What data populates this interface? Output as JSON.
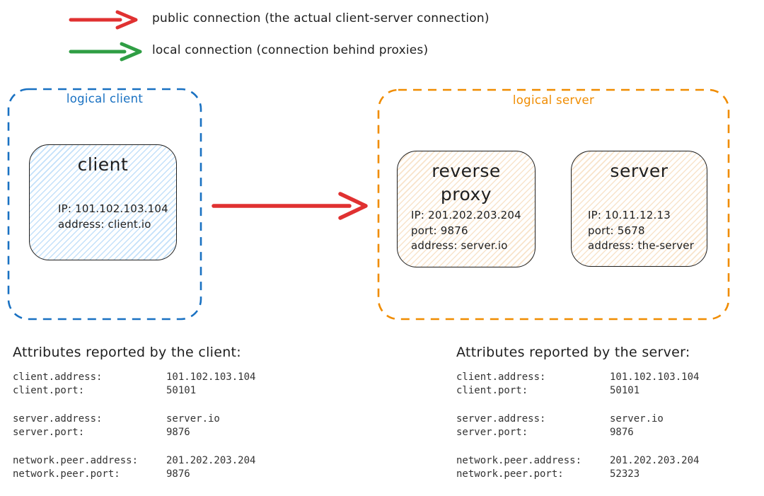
{
  "colors": {
    "public_connection": "#e03131",
    "local_connection": "#2f9e44",
    "logical_client_outline": "#1971c2",
    "logical_server_outline": "#f08c00",
    "ink": "#1e1e1e"
  },
  "legend": {
    "items": [
      {
        "name": "public-connection",
        "color": "#e03131",
        "label": "public connection (the actual client-server connection)"
      },
      {
        "name": "local-connection",
        "color": "#2f9e44",
        "label": "local connection (connection behind proxies)"
      }
    ]
  },
  "logical_client": {
    "label": "logical client",
    "nodes": [
      {
        "title": "client",
        "lines": [
          "IP: 101.102.103.104",
          "address: client.io"
        ]
      }
    ]
  },
  "logical_server": {
    "label": "logical server",
    "nodes": [
      {
        "title": "reverse proxy",
        "lines": [
          "IP: 201.202.203.204",
          "port: 9876",
          "address: server.io"
        ]
      },
      {
        "title": "server",
        "lines": [
          "IP: 10.11.12.13",
          "port: 5678",
          "address: the-server"
        ]
      }
    ]
  },
  "attributes_client": {
    "title": "Attributes reported by the client:",
    "groups": [
      [
        {
          "key": "client.address:",
          "value": "101.102.103.104"
        },
        {
          "key": "client.port:",
          "value": "50101"
        }
      ],
      [
        {
          "key": "server.address:",
          "value": "server.io"
        },
        {
          "key": "server.port:",
          "value": "9876"
        }
      ],
      [
        {
          "key": "network.peer.address:",
          "value": "201.202.203.204"
        },
        {
          "key": "network.peer.port:",
          "value": "9876"
        }
      ]
    ]
  },
  "attributes_server": {
    "title": "Attributes reported by the server:",
    "groups": [
      [
        {
          "key": "client.address:",
          "value": "101.102.103.104"
        },
        {
          "key": "client.port:",
          "value": "50101"
        }
      ],
      [
        {
          "key": "server.address:",
          "value": "server.io"
        },
        {
          "key": "server.port:",
          "value": "9876"
        }
      ],
      [
        {
          "key": "network.peer.address:",
          "value": "201.202.203.204"
        },
        {
          "key": "network.peer.port:",
          "value": "52323"
        }
      ]
    ]
  }
}
